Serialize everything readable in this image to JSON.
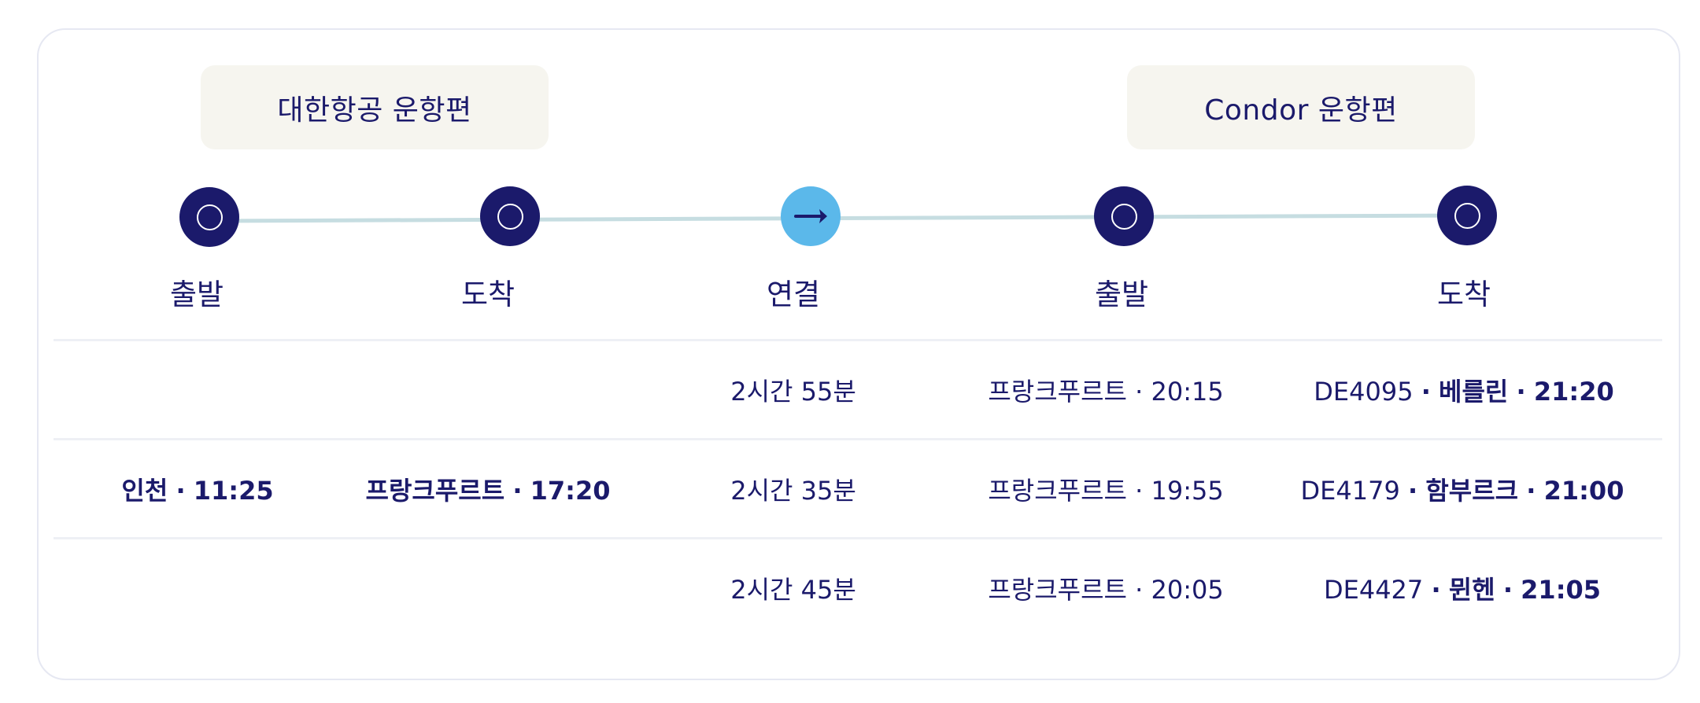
{
  "colors": {
    "primary": "#1b1a6b",
    "connection": "#5bb8ea",
    "track": "#c6dde1",
    "airline_box_bg": "#f6f5ef",
    "card_border": "#e6e8f2"
  },
  "airlines": [
    {
      "label": "대한항공 운항편"
    },
    {
      "label": "Condor 운항편"
    }
  ],
  "stages": [
    {
      "label": "출발",
      "icon": "circle-ring-icon",
      "type": "dark"
    },
    {
      "label": "도착",
      "icon": "circle-ring-icon",
      "type": "dark"
    },
    {
      "label": "연결",
      "icon": "arrow-right-icon",
      "type": "link"
    },
    {
      "label": "출발",
      "icon": "circle-ring-icon",
      "type": "dark"
    },
    {
      "label": "도착",
      "icon": "circle-ring-icon",
      "type": "dark"
    }
  ],
  "origin": {
    "departure": {
      "city": "인천",
      "time": "11:25"
    },
    "arrival": {
      "city": "프랑크푸르트",
      "time": "17:20"
    }
  },
  "connections": [
    {
      "layover": "2시간 55분",
      "departure": {
        "city": "프랑크푸르트",
        "time": "20:15"
      },
      "arrival": {
        "flight": "DE4095",
        "city": "베를린",
        "time": "21:20"
      }
    },
    {
      "layover": "2시간 35분",
      "departure": {
        "city": "프랑크푸르트",
        "time": "19:55"
      },
      "arrival": {
        "flight": "DE4179",
        "city": "함부르크",
        "time": "21:00"
      }
    },
    {
      "layover": "2시간 45분",
      "departure": {
        "city": "프랑크푸르트",
        "time": "20:05"
      },
      "arrival": {
        "flight": "DE4427",
        "city": "뮌헨",
        "time": "21:05"
      }
    }
  ],
  "separator": "·"
}
